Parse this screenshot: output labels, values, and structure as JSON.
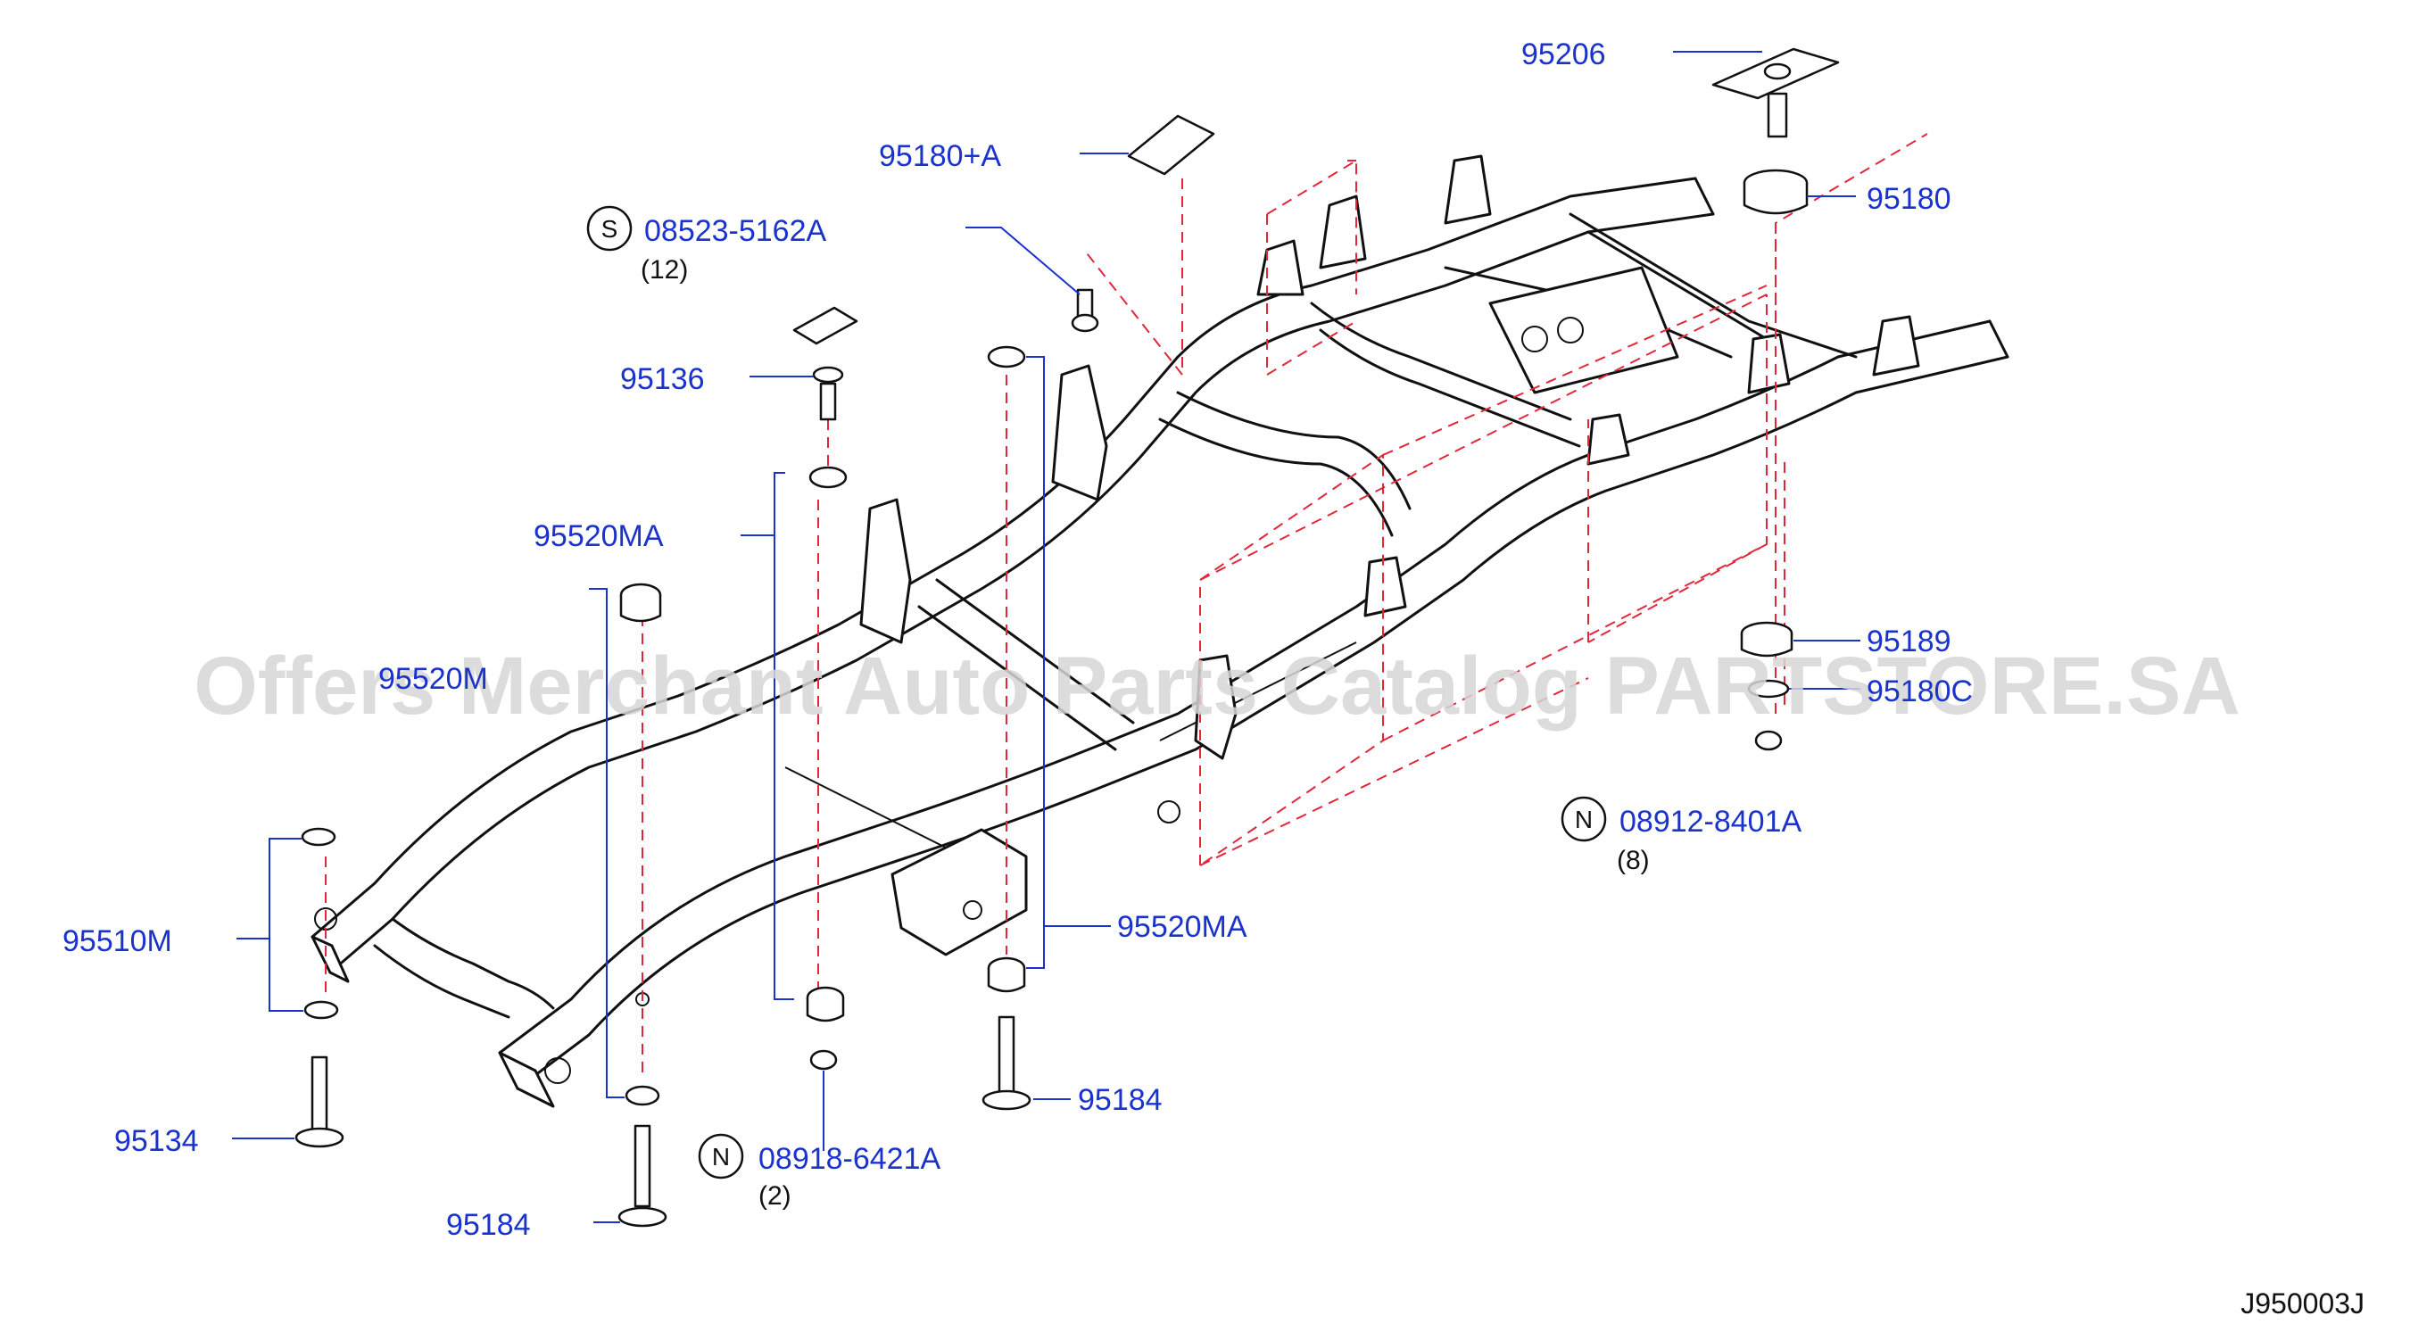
{
  "diagram": {
    "callouts": {
      "c95206": "95206",
      "c95180a": "95180+A",
      "c95180": "95180",
      "c08523": "08523-5162A",
      "c08523_qty": "(12)",
      "c95136": "95136",
      "c95520ma_top": "95520MA",
      "c95520m": "95520M",
      "c95189": "95189",
      "c95180c": "95180C",
      "c08912": "08912-8401A",
      "c08912_qty": "(8)",
      "c95510m": "95510M",
      "c95520ma_bottom": "95520MA",
      "c95184_right": "95184",
      "c95134": "95134",
      "c08918": "08918-6421A",
      "c08918_qty": "(2)",
      "c95184_left": "95184"
    },
    "symbols": {
      "s": "S",
      "n1": "N",
      "n2": "N"
    },
    "reference_code": "J950003J",
    "watermark": "Offers Merchant Auto Parts Catalog PARTSTORE.SA",
    "colors": {
      "callout": "#1a33cc",
      "dashed_guide": "#e0283a",
      "line_art": "#111111"
    }
  }
}
